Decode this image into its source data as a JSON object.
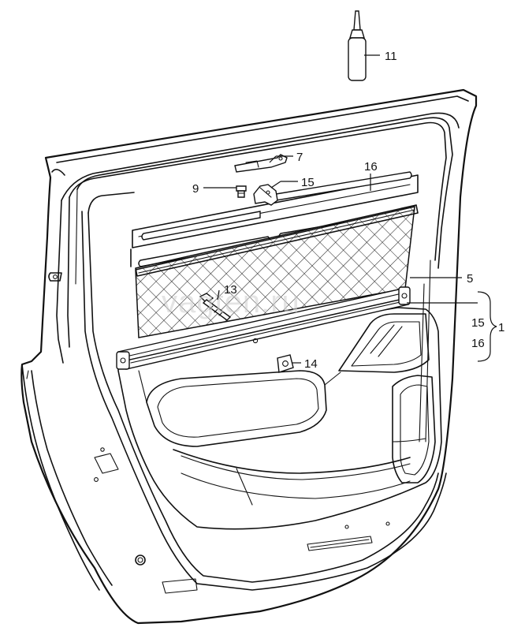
{
  "diagram": {
    "watermark": "vagten.ru",
    "callouts": {
      "p11": "11",
      "p7": "7",
      "p16_top": "16",
      "p9": "9",
      "p15_top": "15",
      "p5": "5",
      "p13": "13",
      "p14": "14",
      "p15_group": "15",
      "p16_group": "16",
      "p1": "1"
    }
  }
}
